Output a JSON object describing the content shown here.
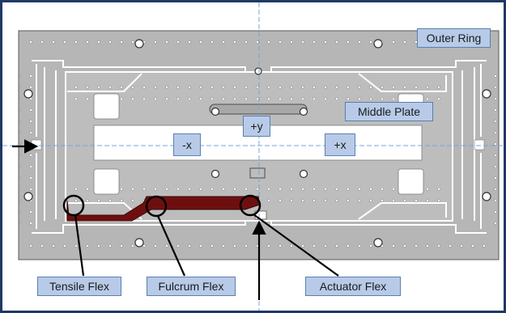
{
  "labels": {
    "outer_ring": "Outer Ring",
    "middle_plate": "Middle Plate",
    "tensile_flex": "Tensile Flex",
    "fulcrum_flex": "Fulcrum Flex",
    "actuator_flex": "Actuator Flex"
  },
  "axes": {
    "plus_y": "+y",
    "minus_x": "-x",
    "plus_x": "+x"
  },
  "colors": {
    "frame_border": "#1f3864",
    "plate": "#b6b6b6",
    "flex_highlight": "#6e0f0f",
    "label_fill": "#b7cbe8",
    "axis_line": "#6fa8dc"
  }
}
